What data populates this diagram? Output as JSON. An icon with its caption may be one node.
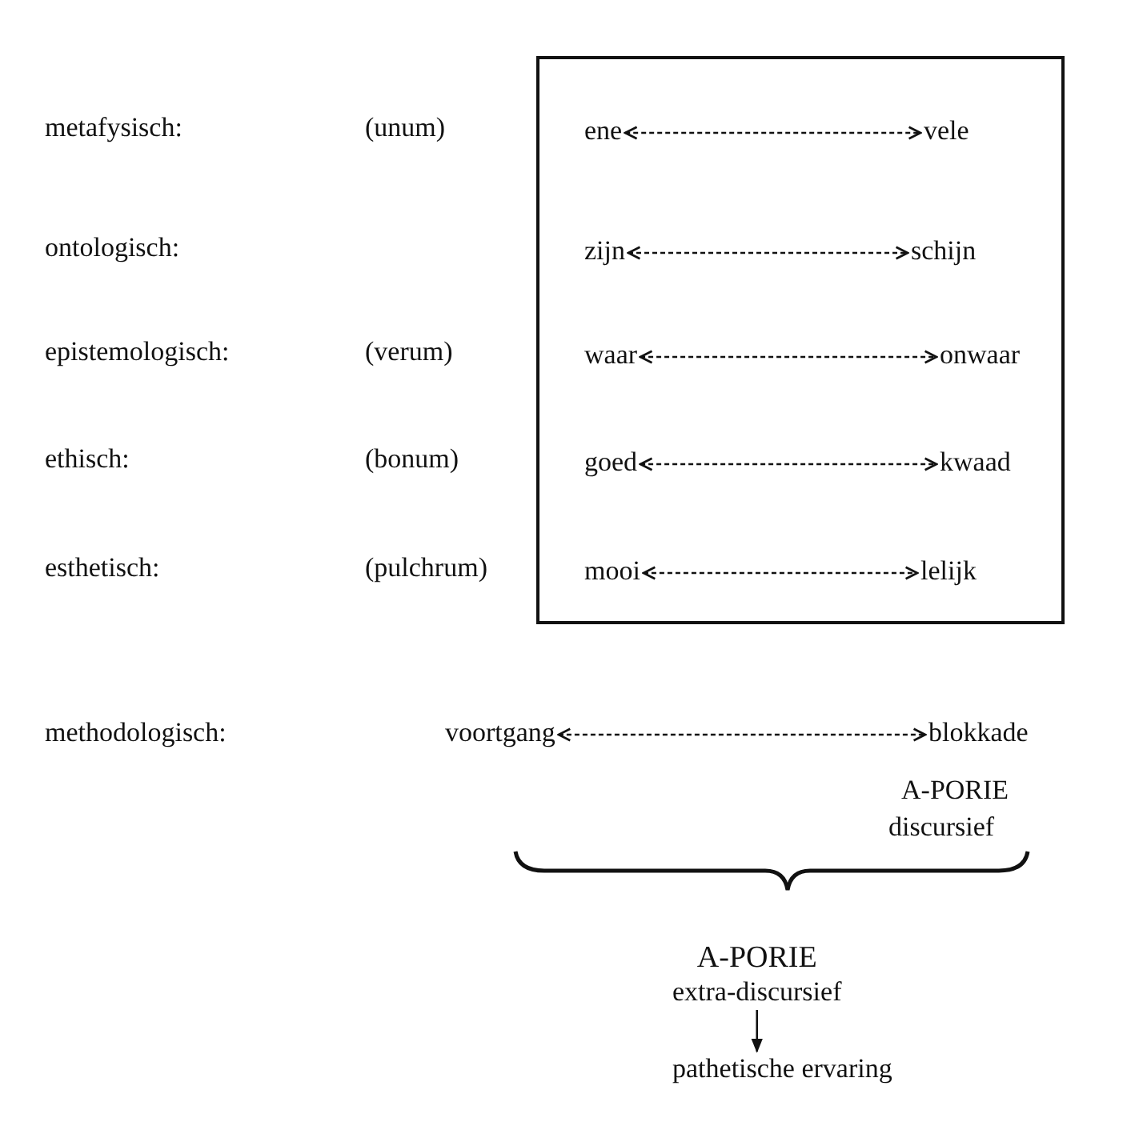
{
  "diagram": {
    "nodes": [
      {
        "text": [],
        "shape": "box"
      },
      {
        "text": [
          "ene"
        ],
        "in": 0
      },
      {
        "text": [
          "vele"
        ],
        "in": 0
      },
      {
        "text": [
          "zijn"
        ],
        "in": 0
      },
      {
        "text": [
          "schijn"
        ],
        "in": 0
      },
      {
        "text": [
          "waar"
        ],
        "in": 0
      },
      {
        "text": [
          "onwaar"
        ],
        "in": 0
      },
      {
        "text": [
          "goed"
        ],
        "in": 0
      },
      {
        "text": [
          "kwaad"
        ],
        "in": 0
      },
      {
        "text": [
          "mooi"
        ],
        "in": 0
      },
      {
        "text": [
          "lelijk"
        ],
        "in": 0
      },
      {
        "text": [
          "voortgang"
        ]
      },
      {
        "text": [
          "blokkade"
        ]
      },
      {
        "text": [
          "A-PORIE",
          "extra-discursief"
        ]
      },
      {
        "text": [
          "pathetische ervaring"
        ]
      }
    ],
    "edges": [
      {
        "from": 1,
        "to": 2,
        "arrow": "both",
        "style": "dashed"
      },
      {
        "from": 3,
        "to": 4,
        "arrow": "both",
        "style": "dashed"
      },
      {
        "from": 5,
        "to": 6,
        "arrow": "both",
        "style": "dashed"
      },
      {
        "from": 7,
        "to": 8,
        "arrow": "both",
        "style": "dashed"
      },
      {
        "from": 9,
        "to": 10,
        "arrow": "both",
        "style": "dashed"
      },
      {
        "from": 11,
        "to": 12,
        "arrow": "both",
        "style": "dashed"
      },
      {
        "from": 13,
        "to": 14,
        "arrow": "to"
      }
    ],
    "labels": [
      "metafysisch:",
      "(unum)",
      "ontologisch:",
      "epistemologisch:",
      "(verum)",
      "ethisch:",
      "(bonum)",
      "esthetisch:",
      "(pulchrum)",
      "methodologisch:",
      "A-PORIE",
      "discursief"
    ]
  }
}
